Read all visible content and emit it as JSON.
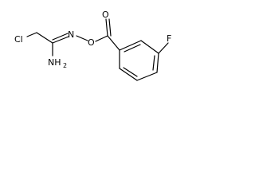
{
  "molecule": {
    "atoms": {
      "chlorine": "Cl",
      "imine_nitrogen": "N",
      "ester_oxygen": "O",
      "carbonyl_oxygen": "O",
      "fluorine": "F",
      "amine": {
        "element": "NH",
        "subscript": "2"
      }
    },
    "colors": {
      "bond": "#000000",
      "label": "#000000",
      "background": "#ffffff"
    }
  }
}
